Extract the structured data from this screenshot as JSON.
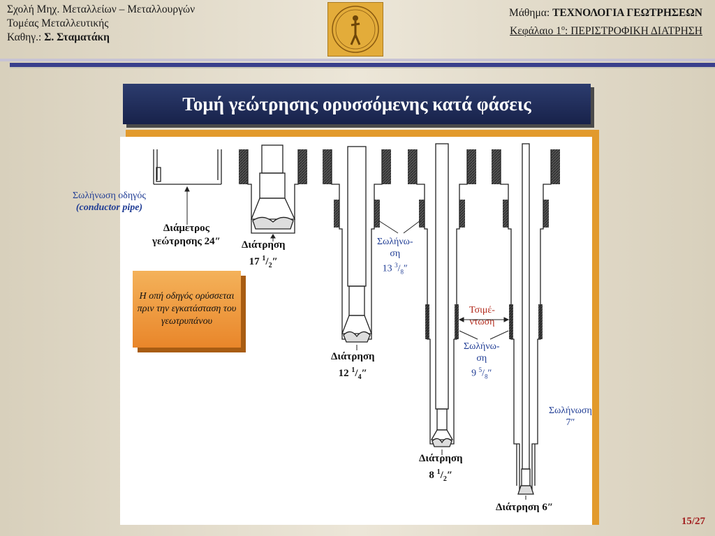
{
  "header": {
    "left": {
      "line1": "Σχολή Μηχ. Μεταλλείων – Μεταλλουργών",
      "line2": "Τομέας Μεταλλευτικής",
      "line3_prefix": "Καθηγ.: ",
      "line3_name": "Σ. Σταματάκη"
    },
    "right": {
      "course_prefix": "Μάθημα: ",
      "course_name": "ΤΕΧΝΟΛΟΓΙΑ ΓΕΩΤΡΗΣΕΩΝ",
      "chapter_prefix": "Κεφάλαιο 1",
      "chapter_sup": "ο",
      "chapter_suffix": ": ΠΕΡΙΣΤΡΟΦΙΚΗ ΔΙΑΤΡΗΣΗ"
    }
  },
  "title": "Τομή γεώτρησης ορυσσόμενης κατά φάσεις",
  "labels": {
    "conductor": {
      "line1": "Σωλήνωση οδηγός",
      "line2": "(conductor pipe)"
    },
    "diameter": {
      "line1": "Διάμετρος",
      "line2": "γεώτρησης 24″"
    },
    "drill1": {
      "line1": "Διάτρηση",
      "num": "17 ",
      "frac_num": "1",
      "frac_den": "2",
      "unit": "″"
    },
    "casing1": {
      "line1": "Σωλήνω-",
      "line2": "ση",
      "num": "13 ",
      "frac_num": "3",
      "frac_den": "8",
      "unit": "″"
    },
    "drill2": {
      "line1": "Διάτρηση",
      "num": "12 ",
      "frac_num": "1",
      "frac_den": "4",
      "unit": "″"
    },
    "cement": {
      "line1": "Τσιμέ-",
      "line2": "ντωση"
    },
    "casing2": {
      "line1": "Σωλήνω-",
      "line2": "ση",
      "num": "9 ",
      "frac_num": "5",
      "frac_den": "8",
      "unit": "″"
    },
    "casing3": {
      "line1": "Σωλήνωση",
      "line2": "7″"
    },
    "drill3": {
      "line1": "Διάτρηση",
      "num": "8 ",
      "frac_num": "1",
      "frac_den": "2",
      "unit": "″"
    },
    "drill4": {
      "line1": "Διάτρηση 6″"
    }
  },
  "note": "Η οπή οδηγός ορύσσεται πριν την εγκατάσταση του γεωτρυπάνου",
  "page": "15/27",
  "colors": {
    "title_bg": "#1f2b57",
    "panel_border": "#e29a2c",
    "blue_text": "#1f3c94",
    "red_text": "#b22a1c",
    "page_num": "#a21f1f"
  }
}
